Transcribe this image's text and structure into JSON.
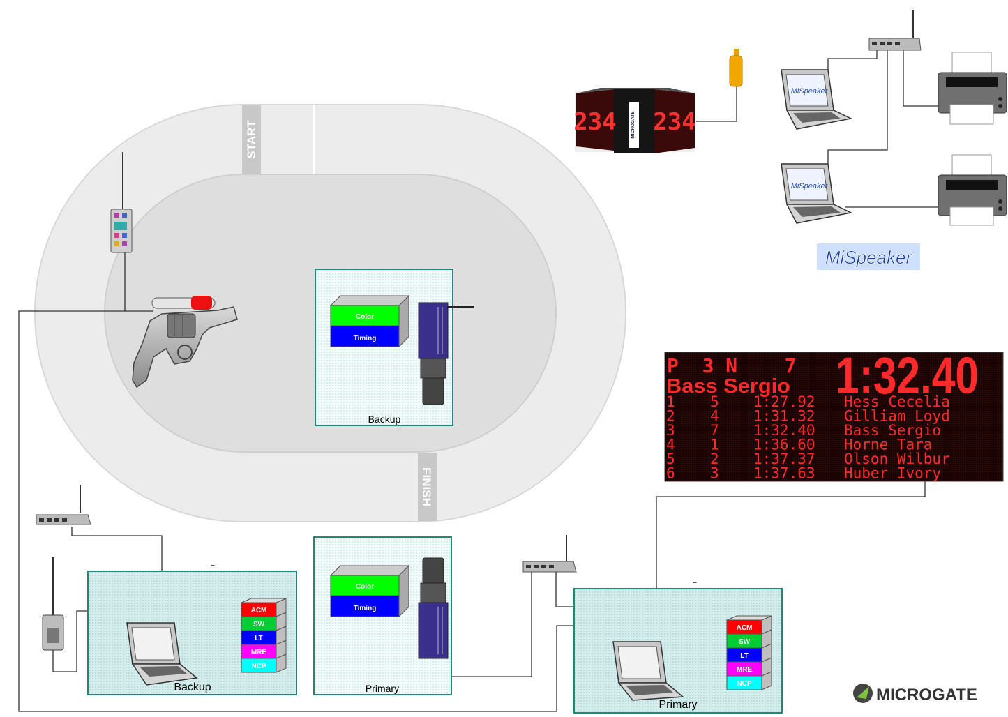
{
  "track": {
    "start_label": "START",
    "finish_label": "FINISH"
  },
  "camera_boxes": {
    "backup": {
      "label": "Backup",
      "layer_top": "Color",
      "layer_bottom": "Timing"
    },
    "primary": {
      "label": "Primary",
      "layer_top": "Color",
      "layer_bottom": "Timing"
    }
  },
  "software_stack": [
    "ACM",
    "SW",
    "LT",
    "MRE",
    "NCP"
  ],
  "stations": {
    "backup": {
      "label": "Backup",
      "dash": "–"
    },
    "primary": {
      "label": "Primary",
      "dash": "–"
    }
  },
  "scoreboard": {
    "digits": "234",
    "brand": "MICROGATE"
  },
  "mispeaker": {
    "logo_text": "MiSpeaker",
    "screen_text": "MiSpeaker"
  },
  "display_board": {
    "header_line1": "P  3 N    7",
    "big_time": "1:32.40",
    "header_line2": "Bass Sergio",
    "rows": [
      {
        "pos": "1",
        "num": "5",
        "time": "1:27.92",
        "name": "Hess Cecelia"
      },
      {
        "pos": "2",
        "num": "4",
        "time": "1:31.32",
        "name": "Gilliam Loyd"
      },
      {
        "pos": "3",
        "num": "7",
        "time": "1:32.40",
        "name": "Bass Sergio"
      },
      {
        "pos": "4",
        "num": "1",
        "time": "1:36.60",
        "name": "Horne Tara"
      },
      {
        "pos": "5",
        "num": "2",
        "time": "1:37.37",
        "name": "Olson Wilbur"
      },
      {
        "pos": "6",
        "num": "3",
        "time": "1:37.63",
        "name": "Huber Ivory"
      }
    ]
  },
  "logo": {
    "text": "MICROGATE"
  },
  "colors": {
    "stack": [
      "#ff0000",
      "#00cc33",
      "#0000ff",
      "#ff00ff",
      "#00ffff"
    ],
    "color_layer": "#00ff00",
    "timing_layer": "#0000ff",
    "led_red": "#ff2a2a",
    "box_bg": "#c9e6e6",
    "box_border": "#1e8a7a"
  }
}
